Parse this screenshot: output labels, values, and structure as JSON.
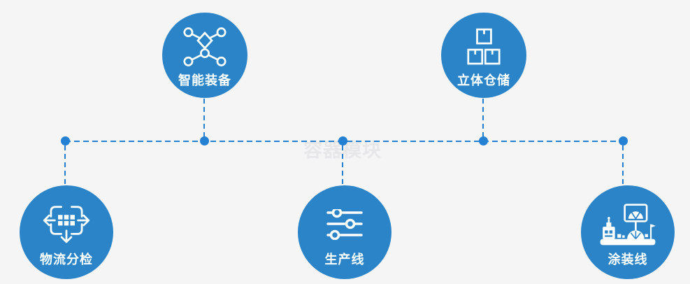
{
  "watermark": {
    "text": "容器模块"
  },
  "colors": {
    "background": "#f5f5f6",
    "node_blue": "#2a84c7",
    "connector_blue": "#2380d2",
    "label_text": "#ffffff",
    "watermark_gray": "#e7e7ea"
  },
  "nodes": [
    {
      "id": "smart-equipment",
      "label": "智能装备",
      "icon": "network-nodes-icon",
      "row": "top"
    },
    {
      "id": "stereo-warehouse",
      "label": "立体仓储",
      "icon": "stacked-boxes-icon",
      "row": "top"
    },
    {
      "id": "logistics-sorting",
      "label": "物流分检",
      "icon": "sort-distribute-icon",
      "row": "bottom"
    },
    {
      "id": "production-line",
      "label": "生产线",
      "icon": "sliders-icon",
      "row": "bottom"
    },
    {
      "id": "coating-line",
      "label": "涂装线",
      "icon": "coating-machine-icon",
      "row": "bottom"
    }
  ]
}
